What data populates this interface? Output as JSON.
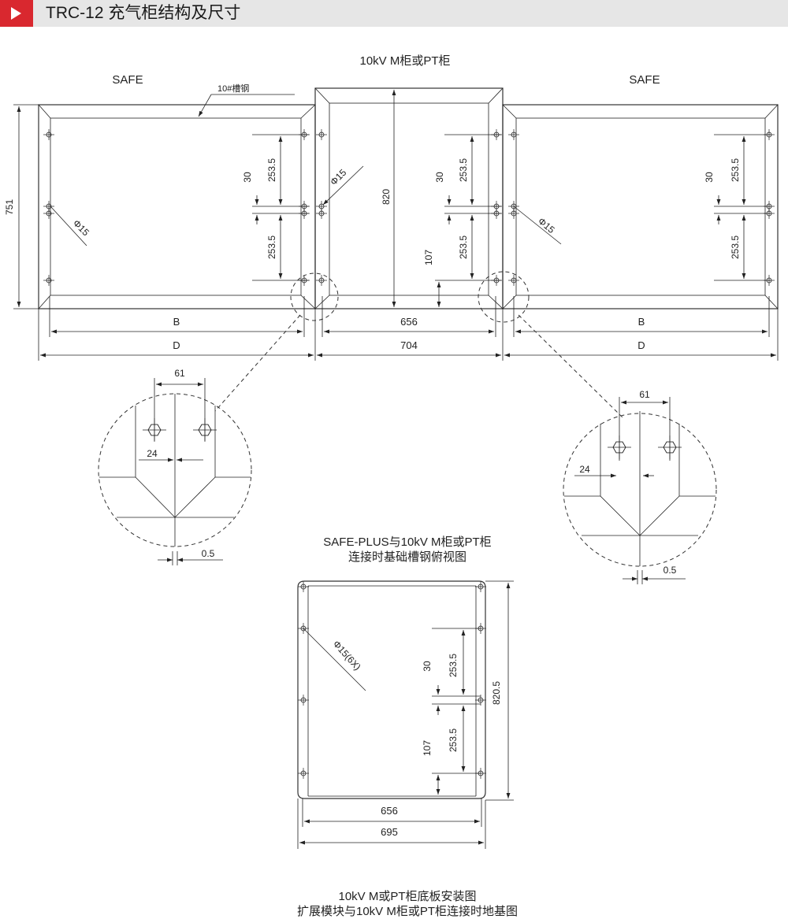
{
  "header": {
    "title": "TRC-12 充气柜结构及尺寸",
    "marker_color": "#d9282f",
    "bar_color": "#e6e6e6"
  },
  "labels": {
    "cabinet_left": "SAFE",
    "cabinet_right": "SAFE",
    "cabinet_center": "10kV M柜或PT柜",
    "channel_steel": "10#槽钢",
    "detail_caption_line1": "SAFE-PLUS与10kV M柜或PT柜",
    "detail_caption_line2": "连接时基础槽钢俯视图",
    "bottom_caption_line1": "10kV M或PT柜底板安装图",
    "bottom_caption_line2": "扩展模块与10kV M柜或PT柜连接时地基图"
  },
  "dimensions": {
    "height_751": "751",
    "height_820": "820",
    "hole_spacing": "253.5",
    "hole_offset": "30",
    "offset_107": "107",
    "width_b": "B",
    "width_d": "D",
    "width_656": "656",
    "width_704": "704",
    "hole_dia": "Φ15",
    "detail_61": "61",
    "detail_24": "24",
    "detail_05": "0.5",
    "plate_hole_dia": "Φ15(6X)",
    "plate_height": "820.5",
    "plate_width_inner": "656",
    "plate_width_outer": "695"
  }
}
